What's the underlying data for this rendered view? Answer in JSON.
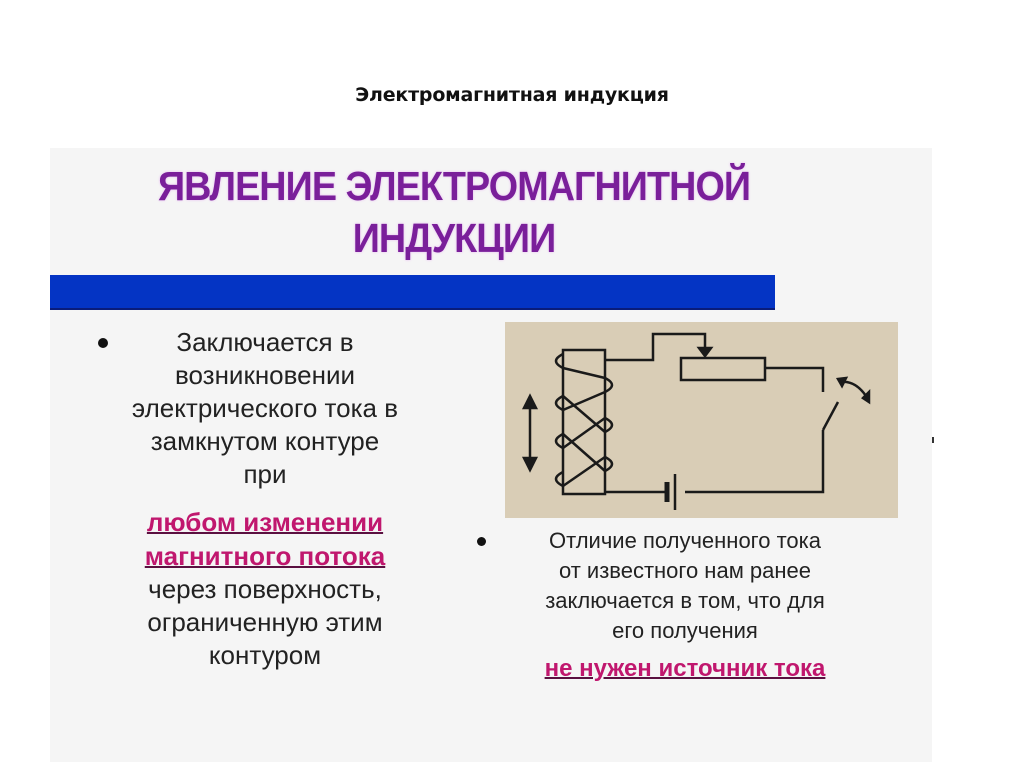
{
  "page": {
    "title": "Электромагнитная индукция"
  },
  "slide": {
    "heading_line1": "ЯВЛЕНИЕ ЭЛЕКТРОМАГНИТНОЙ",
    "heading_line2": "ИНДУКЦИИ",
    "colors": {
      "heading": "#7a1f9a",
      "bar": "#0434c4",
      "highlight": "#c0176e",
      "diagram_bg": "#d9cdb6",
      "slide_bg": "#f5f5f5"
    },
    "left_bullet": {
      "lines": [
        "Заключается в",
        "возникновении",
        "электрического тока в",
        "замкнутом контуре",
        "при"
      ],
      "highlight_lines": [
        "любом изменении",
        "магнитного потока"
      ],
      "tail_lines": [
        "через поверхность,",
        "ограниченную этим",
        "контуром"
      ]
    },
    "diagram": {
      "description": "Circuit: coil on a movable core (double arrow), rheostat with slider, switch, battery"
    },
    "right_bullet": {
      "lines": [
        "Отличие полученного тока",
        "от известного нам ранее",
        "заключается в том, что для",
        "его получения"
      ],
      "highlight": "не нужен источник тока"
    }
  }
}
